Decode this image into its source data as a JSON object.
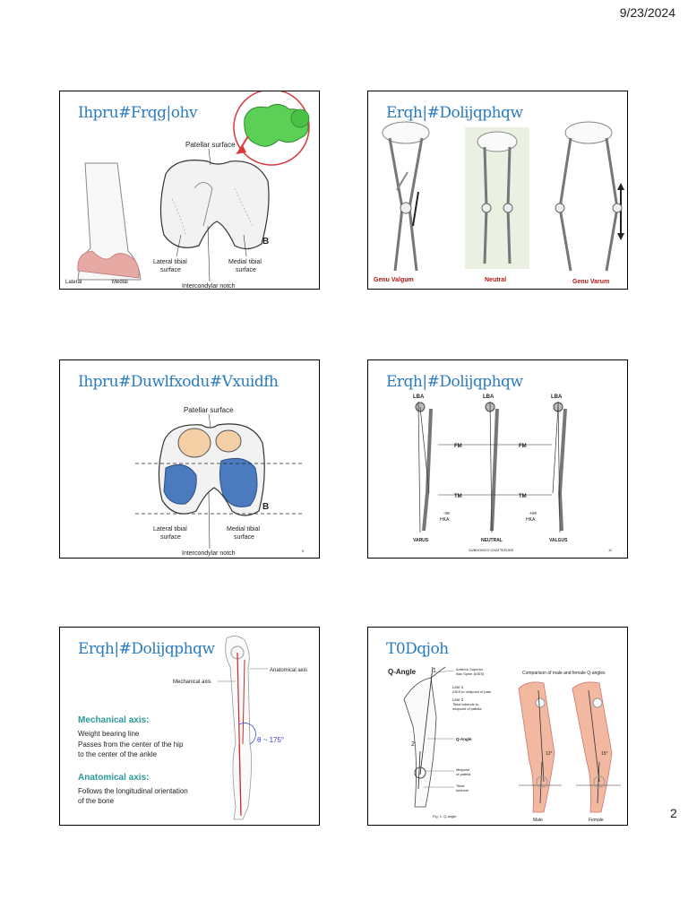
{
  "page": {
    "date": "9/23/2024",
    "number": "2"
  },
  "slides": [
    {
      "title": "Ihpru#Frqg|ohv",
      "labels": {
        "patellar": "Patellar surface",
        "b": "B",
        "lateral": "Lateral tibial",
        "lateral2": "surface",
        "medial": "Medial tibial",
        "medial2": "surface",
        "notch": "Intercondylar notch",
        "lat_small": "Lateral",
        "med_small": "Medial"
      }
    },
    {
      "title": "Erqh|#Dolijqphqw",
      "captions": {
        "valgum": "Genu Valgum",
        "neutral": "Neutral",
        "varum": "Genu Varum"
      }
    },
    {
      "title": "Ihpru#Duwlfxodu#Vxuidfh",
      "labels": {
        "patellar": "Patellar surface",
        "b": "B",
        "lateral": "Lateral tibial",
        "lateral2": "surface",
        "medial": "Medial tibial",
        "medial2": "surface",
        "notch": "Intercondylar notch",
        "slide_num": "9"
      }
    },
    {
      "title": "Erqh|#Dolijqphqw",
      "labels": {
        "lba": "LBA",
        "fm": "FM",
        "tm": "TM",
        "neg_hka": "-ve",
        "hka": "HKA",
        "pos_hka": "+ve",
        "varus": "VARUS",
        "neutral": "NEUTRAL",
        "valgus": "VALGUS",
        "author": "SUBHOMOY CHATTERJEE",
        "slide_num": "11"
      }
    },
    {
      "title": "Erqh|#Dolijqphqw",
      "labels": {
        "anatomical_axis": "Anatomical axis",
        "mechanical_axis": "Mechanical axis",
        "theta": "θ ~ 175°",
        "mech_heading": "Mechanical axis:",
        "mech_line1": "Weight bearing line",
        "mech_line2": "Passes from the center of the hip",
        "mech_line3": "to the center of the ankle",
        "anat_heading": "Anatomical axis:",
        "anat_line1": "Follows the longitudinal orientation",
        "anat_line2": "of the bone"
      }
    },
    {
      "title": "T0Dqjoh",
      "labels": {
        "q_angle": "Q-Angle",
        "asis1": "Anterior Superior",
        "asis2": "Iliac Spine (ASIS)",
        "line1a": "Line 1",
        "line1b": "ASIS to midpoint of pats",
        "line2a": "Line 2",
        "line2b": "Tibial tubercle to",
        "line2c": "midpoint of patella",
        "q_angle_small": "Q-Angle",
        "mid1": "Midpoint",
        "mid2": "of patella",
        "tib1": "Tibial",
        "tib2": "tubercle",
        "fig": "Fig. 1: Q-angle",
        "comparison": "Comparison of male and female Q-angles",
        "male": "Male",
        "female": "Female",
        "deg_m": "12°",
        "deg_f": "15°"
      }
    }
  ]
}
